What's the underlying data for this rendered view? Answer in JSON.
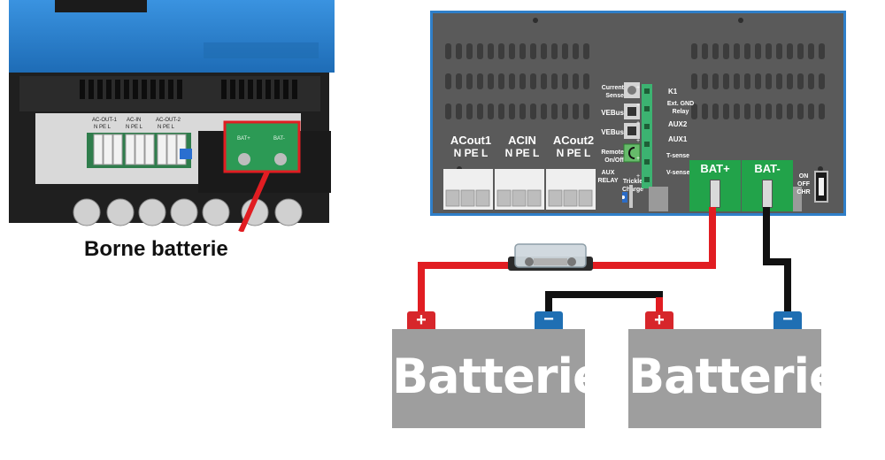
{
  "photo": {
    "caption": "Borne batterie",
    "terminal_labels": [
      "BAT+",
      "BAT-"
    ],
    "ac_labels": [
      "AC-OUT-1",
      "AC-IN",
      "AC-OUT-2"
    ],
    "npel": "N PE L"
  },
  "panel": {
    "ac_groups": [
      {
        "name": "ACout1",
        "pins": "N PE L"
      },
      {
        "name": "ACIN",
        "pins": "N PE L"
      },
      {
        "name": "ACout2",
        "pins": "N PE L"
      }
    ],
    "connector_labels": [
      "Current Sense",
      "VEBus",
      "VEBus",
      "Remote On/Off",
      "AUX RELAY",
      "Trickle Charge"
    ],
    "right_labels": [
      "K1",
      "Ext. GND Relay",
      "AUX2",
      "AUX1",
      "T-sense",
      "V-sense"
    ],
    "bat_plus": "BAT+",
    "bat_minus": "BAT-",
    "switch_labels": [
      "ON",
      "OFF",
      "CHR"
    ]
  },
  "batteries": [
    {
      "label": "Batterie",
      "plus": "+",
      "minus": "−"
    },
    {
      "label": "Batterie",
      "plus": "+",
      "minus": "−"
    }
  ],
  "colors": {
    "positive": "#e11d22",
    "negative": "#111111",
    "terminal_green": "#22a34a",
    "battery_grey": "#9e9e9e",
    "panel_blue": "#2f7fc9",
    "plus_red": "#d7262b",
    "minus_blue": "#1f6fb3"
  }
}
